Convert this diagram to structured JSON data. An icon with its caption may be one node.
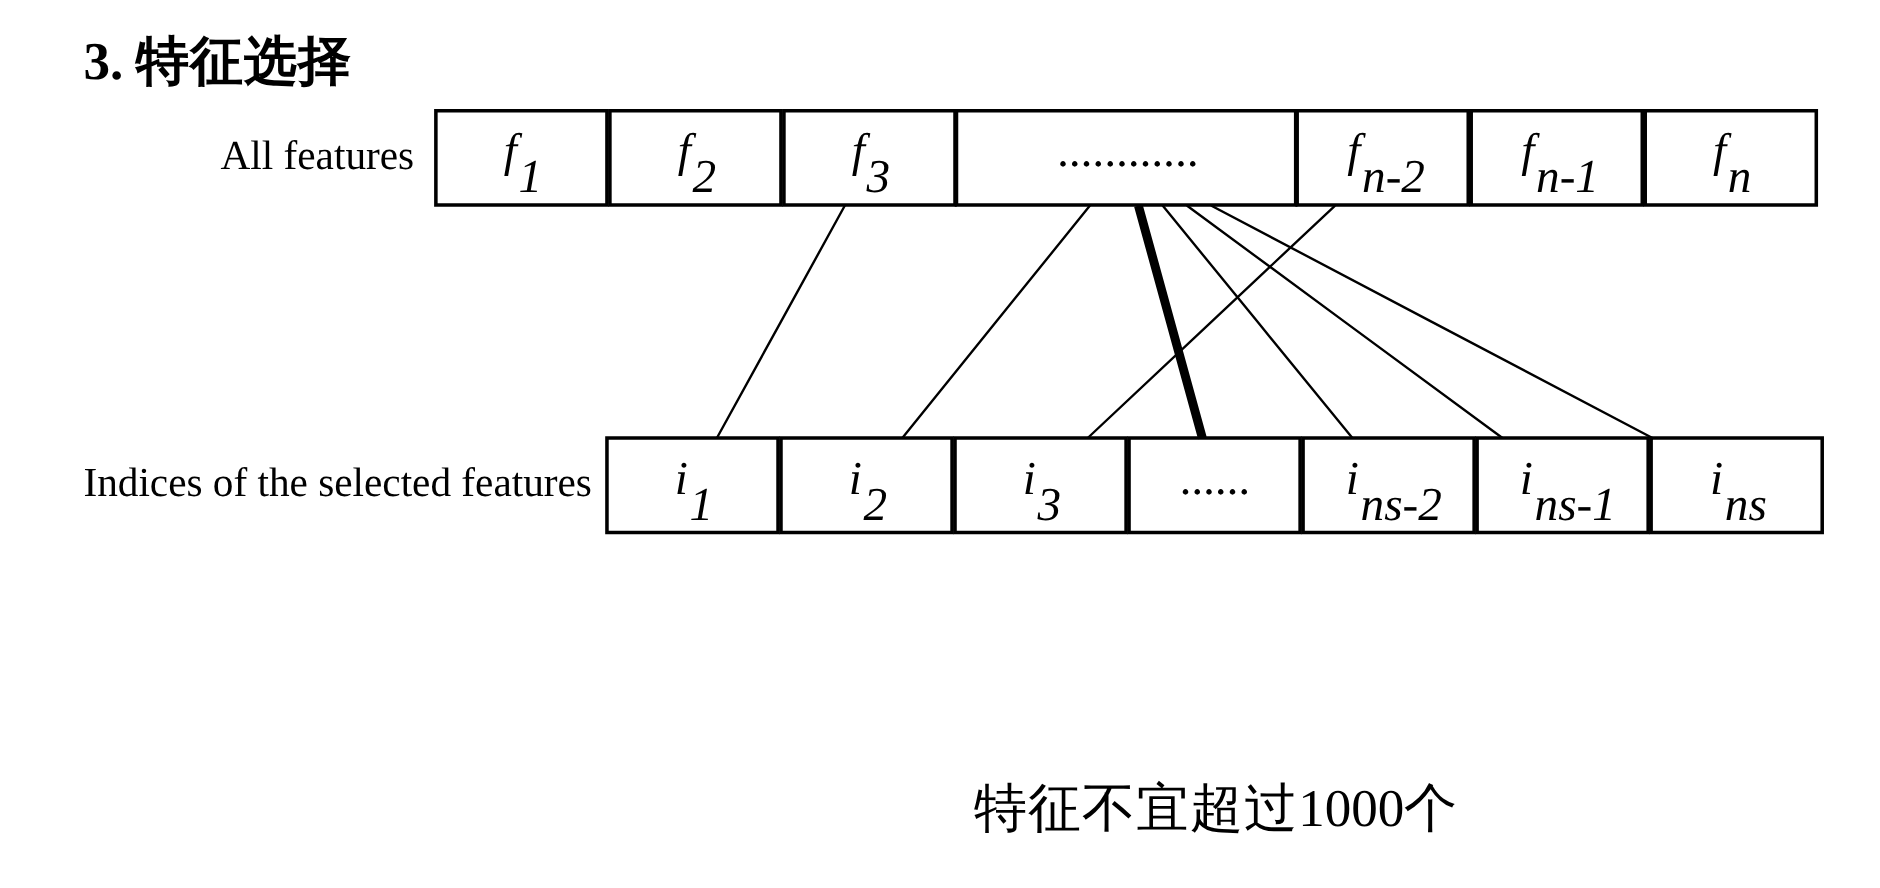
{
  "diagram": {
    "title": "3. 特征选择",
    "nodes": [
      {
        "text": [
          "f$_{1}$"
        ]
      },
      {
        "text": [
          "f$_{2}$"
        ]
      },
      {
        "text": [
          "f$_{3}$"
        ]
      },
      {
        "text": [
          "............"
        ]
      },
      {
        "text": [
          "f$_{n-2}$"
        ]
      },
      {
        "text": [
          "f$_{n-1}$"
        ]
      },
      {
        "text": [
          "f$_{n}$"
        ]
      },
      {
        "text": [
          "i$_{1}$"
        ]
      },
      {
        "text": [
          "i$_{2}$"
        ]
      },
      {
        "text": [
          "i$_{3}$"
        ]
      },
      {
        "text": [
          "......"
        ]
      },
      {
        "text": [
          "i$_{ns-2}$"
        ]
      },
      {
        "text": [
          "i$_{ns-1}$"
        ]
      },
      {
        "text": [
          "i$_{ns}$"
        ]
      }
    ],
    "edges": [
      {
        "from": 2,
        "to": 7,
        "arrow": "none"
      },
      {
        "from": 3,
        "to": 8,
        "arrow": "none"
      },
      {
        "from": 4,
        "to": 9,
        "arrow": "none"
      },
      {
        "from": 3,
        "to": 10,
        "arrow": "none",
        "style": "thick"
      },
      {
        "from": 3,
        "to": 11,
        "arrow": "none"
      },
      {
        "from": 3,
        "to": 12,
        "arrow": "none"
      },
      {
        "from": 3,
        "to": 13,
        "arrow": "none"
      }
    ],
    "labels": [
      "All features",
      "Indices of the selected features",
      "特征不宜超过1000个"
    ]
  }
}
